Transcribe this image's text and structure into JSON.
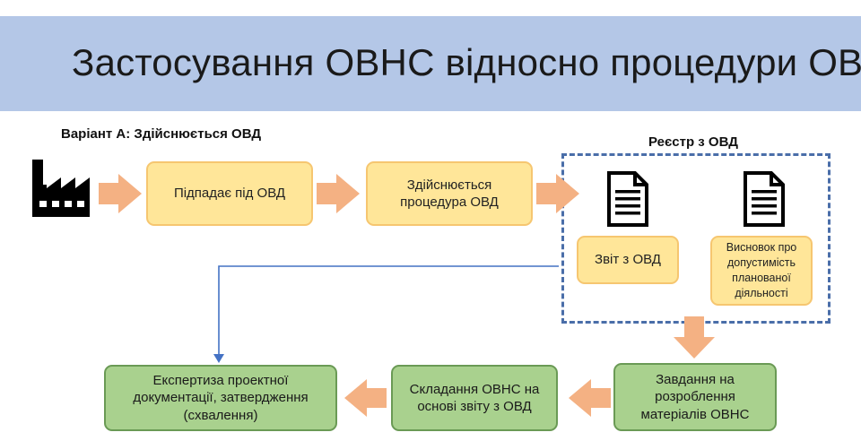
{
  "title": "Застосування ОВНС відносно процедури ОВД",
  "variant_label": "Варіант А: Здійснюється ОВД",
  "registry_label": "Реєстр з ОВД",
  "boxes": {
    "falls_under": "Підпадає під ОВД",
    "procedure": "Здійснюється процедура ОВД",
    "report": "Звіт з ОВД",
    "conclusion": "Висновок про допустимість планованої діяльності",
    "task": "Завдання на розроблення матеріалів ОВНС",
    "compile": "Складання ОВНС на основі звіту з ОВД",
    "expertise": "Експертиза проектної документації, затвердження (схвалення)"
  },
  "icons": {
    "factory": "factory-icon",
    "document": "document-icon"
  },
  "colors": {
    "banner": "#b4c7e7",
    "orange_fill": "#ffe699",
    "orange_border": "#f6c670",
    "green_fill": "#a9d18e",
    "green_border": "#6a9a55",
    "arrow": "#f4b183",
    "dashed_border": "#4a6ea9",
    "connector": "#4472c4"
  }
}
